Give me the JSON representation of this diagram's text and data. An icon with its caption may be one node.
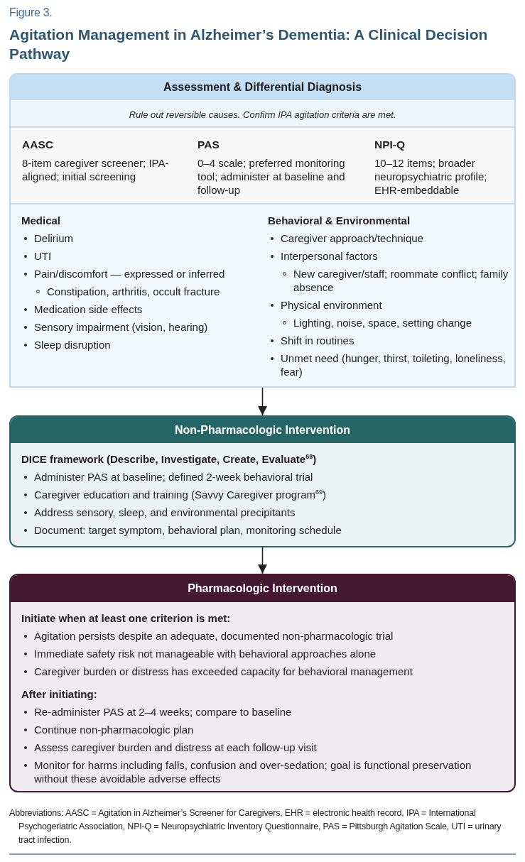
{
  "diagram": {
    "title": "Agitation Management in Alzheimer’s Dementia: A Clinical Decision Pathway",
    "nodes": [
      {
        "text": [
          "Assessment & Differential Diagnosis"
        ]
      },
      {
        "text": [
          "Rule out reversible causes. Confirm IPA agitation criteria are met."
        ],
        "in": 0
      },
      {
        "text": [
          "AASC",
          "8-item caregiver screener; IPA-aligned; initial screening",
          "PAS",
          "0–4 scale; preferred monitoring tool; administer at baseline and follow-up",
          "NPI-Q",
          "10–12 items; broader neuropsychiatric profile; EHR-embeddable"
        ],
        "in": 0
      },
      {
        "text": [
          "Medical",
          "Delirium",
          "UTI",
          "Pain/discomfort — expressed or inferred",
          "Constipation, arthritis, occult fracture",
          "Medication side effects",
          "Sensory impairment (vision, hearing)",
          "Sleep disruption",
          "Behavioral & Environmental",
          "Caregiver approach/technique",
          "Interpersonal factors",
          "New caregiver/staff; roommate conflict; family absence",
          "Physical environment",
          "Lighting, noise, space, setting change",
          "Shift in routines",
          "Unmet need (hunger, thirst, toileting, loneliness, fear)"
        ],
        "in": 0
      },
      {
        "text": [
          "Non-Pharmacologic Intervention",
          "DICE framework (Describe, Investigate, Create, Evaluate$^{68}$)",
          "Administer PAS at baseline; defined 2-week behavioral trial",
          "Caregiver education and training (Savvy Caregiver program$^{69}$)",
          "Address sensory, sleep, and environmental precipitants",
          "Document: target symptom, behavioral plan, monitoring schedule"
        ]
      },
      {
        "text": [
          "Pharmacologic Intervention",
          "Initiate when at least one criterion is met:",
          "Agitation persists despite an adequate, documented non-pharmacologic trial",
          "Immediate safety risk not manageable with behavioral approaches alone",
          "Caregiver burden or distress has exceeded capacity for behavioral management",
          "After initiating:",
          "Re-administer PAS at 2–4 weeks; compare to baseline",
          "Continue non-pharmacologic plan",
          "Assess caregiver burden and distress at each follow-up visit",
          "Monitor for harms including falls, confusion and over-sedation; goal is functional preservation without these avoidable adverse effects"
        ]
      }
    ],
    "edges": [
      {
        "from": 0,
        "to": 4,
        "arrow": "to"
      },
      {
        "from": 4,
        "to": 5,
        "arrow": "to"
      }
    ],
    "labels": [
      "Figure 3.",
      "Abbreviations: AASC = Agitation in Alzheimer’s Screener for Caregivers, EHR = electronic health record, IPA = International Psychogeriatric Association, NPI-Q = Neuropsychiatric Inventory Questionnaire, PAS = Pittsburgh Agitation Scale, UTI = urinary tract infection."
    ]
  }
}
